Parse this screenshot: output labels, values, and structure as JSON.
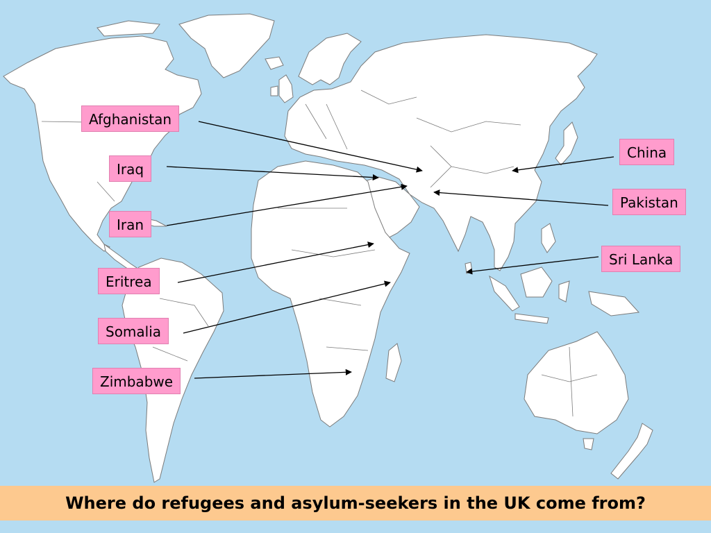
{
  "colors": {
    "ocean": "#b5dcf2",
    "land": "#ffffff",
    "border": "#7a7a7a",
    "label_bg": "#ff9ccd",
    "caption_bg": "#fdc98f",
    "arrow": "#000000"
  },
  "labels": {
    "afghanistan": "Afghanistan",
    "iraq": "Iraq",
    "iran": "Iran",
    "eritrea": "Eritrea",
    "somalia": "Somalia",
    "zimbabwe": "Zimbabwe",
    "china": "China",
    "pakistan": "Pakistan",
    "sri_lanka": "Sri Lanka"
  },
  "caption": "Where do refugees and asylum-seekers in the UK come from?"
}
